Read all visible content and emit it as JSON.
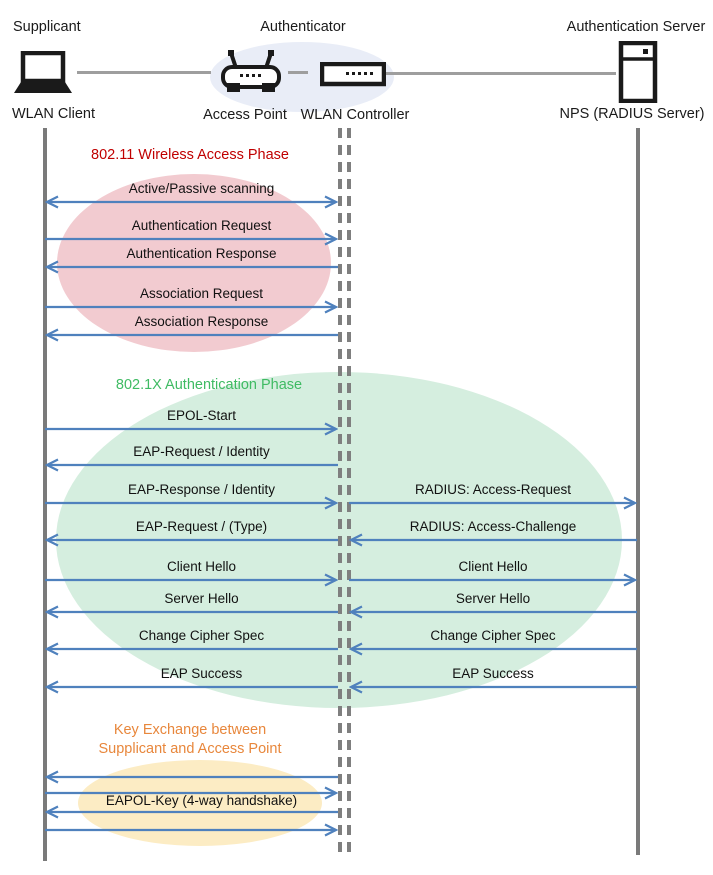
{
  "header": {
    "roles": [
      {
        "label": "Supplicant"
      },
      {
        "label": "Authenticator"
      },
      {
        "label": "Authentication Server"
      }
    ],
    "devices": [
      {
        "label": "WLAN Client",
        "icon": "laptop-icon"
      },
      {
        "label": "Access Point",
        "icon": "access-point-icon"
      },
      {
        "label": "WLAN Controller",
        "icon": "wlan-controller-icon"
      },
      {
        "label": "NPS (RADIUS Server)",
        "icon": "server-icon"
      }
    ]
  },
  "phases": {
    "wireless": {
      "title": "802.11 Wireless Access Phase",
      "title_color": "#C00000",
      "ellipse_color": "#F2CBD0"
    },
    "dot1x": {
      "title": "802.1X Authentication Phase",
      "title_color": "#3FBB63",
      "ellipse_color": "#D5EEDF"
    },
    "key_exchange": {
      "title_line1": "Key Exchange between",
      "title_line2": "Supplicant and Access Point",
      "title_color": "#E8873C",
      "ellipse_color": "#FCECC4",
      "label": "EAPOL-Key (4-way handshake)"
    }
  },
  "messages": {
    "client_to_controller": [
      {
        "label": "Active/Passive scanning",
        "direction": "both"
      },
      {
        "label": "Authentication Request",
        "direction": "right"
      },
      {
        "label": "Authentication Response",
        "direction": "left"
      },
      {
        "label": "Association Request",
        "direction": "right"
      },
      {
        "label": "Association Response",
        "direction": "left"
      },
      {
        "label": "EPOL-Start",
        "direction": "right"
      },
      {
        "label": "EAP-Request / Identity",
        "direction": "left"
      },
      {
        "label": "EAP-Response / Identity",
        "direction": "right"
      },
      {
        "label": "EAP-Request / (Type)",
        "direction": "left"
      },
      {
        "label": "Client Hello",
        "direction": "right"
      },
      {
        "label": "Server Hello",
        "direction": "left"
      },
      {
        "label": "Change Cipher Spec",
        "direction": "left"
      },
      {
        "label": "EAP Success",
        "direction": "left"
      },
      {
        "label": "",
        "direction": "left"
      },
      {
        "label": "",
        "direction": "right"
      },
      {
        "label": "",
        "direction": "left"
      },
      {
        "label": "",
        "direction": "right"
      }
    ],
    "controller_to_server": [
      {
        "label": "RADIUS: Access-Request",
        "direction": "right"
      },
      {
        "label": "RADIUS: Access-Challenge",
        "direction": "left"
      },
      {
        "label": "Client Hello",
        "direction": "right"
      },
      {
        "label": "Server Hello",
        "direction": "left"
      },
      {
        "label": "Change Cipher Spec",
        "direction": "left"
      },
      {
        "label": "EAP Success",
        "direction": "left"
      }
    ]
  },
  "colors": {
    "arrow": "#4F81BD",
    "lifeline": "#7A7A7A",
    "connector": "#9E9E9E",
    "text": "#1A1A1A",
    "authenticator_bubble": "#E9EDF7"
  }
}
